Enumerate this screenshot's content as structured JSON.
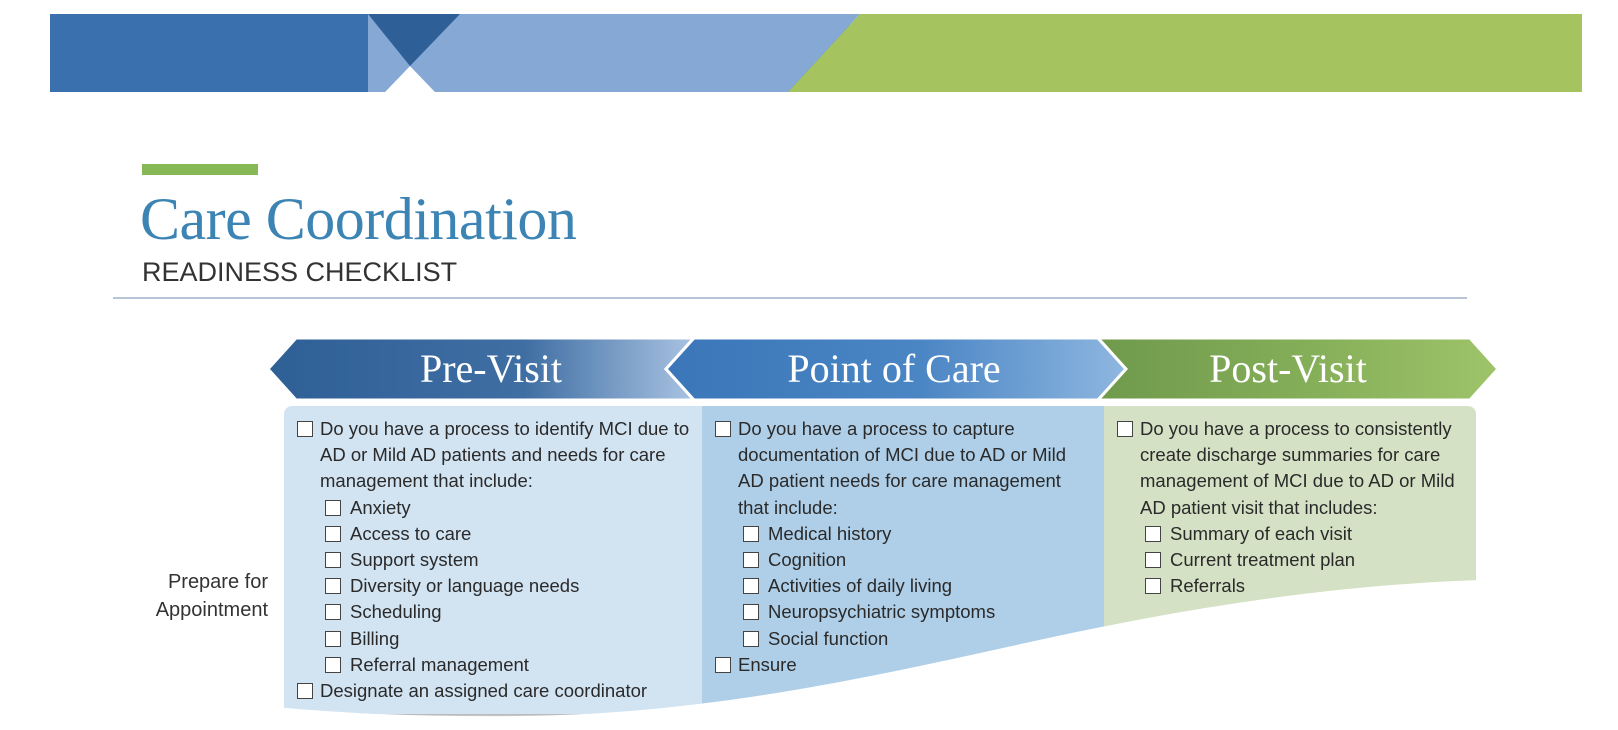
{
  "document": {
    "title": "Care Coordination",
    "subtitle": "READINESS CHECKLIST"
  },
  "colors": {
    "title": "#3b84b4",
    "accent_bar": "#86b956",
    "header_dark_blue": "#3a70ad",
    "header_light_blue": "#85a8d5",
    "header_green": "#a5c460",
    "previsit_banner": "#3f6ea3",
    "pointofcare_banner": "#4a85c4",
    "postvisit_banner": "#84ad58",
    "previsit_column": "#d2e3f2",
    "pointofcare_column": "#afcfe8",
    "postvisit_column": "#d4e1c4"
  },
  "row_label": "Prepare for Appointment",
  "phases": [
    {
      "label": "Pre-Visit",
      "items": [
        {
          "text": "Do you have a process to identify MCI due to AD or Mild AD patients and needs for care management that include:",
          "sub_items": [
            "Anxiety",
            "Access to care",
            "Support system",
            "Diversity or language needs",
            "Scheduling",
            "Billing",
            "Referral management"
          ]
        },
        {
          "text": "Designate an assigned care coordinator",
          "sub_items": []
        }
      ]
    },
    {
      "label": "Point of Care",
      "items": [
        {
          "text": "Do you have a process to capture documentation of MCI due to AD or Mild AD patient needs for care management that include:",
          "sub_items": [
            "Medical history",
            "Cognition",
            "Activities of daily living",
            "Neuropsychiatric symptoms",
            "Social function"
          ]
        },
        {
          "text": "Ensure",
          "sub_items": []
        }
      ]
    },
    {
      "label": "Post-Visit",
      "items": [
        {
          "text": "Do you have a process to consistently create discharge summaries for care management of  MCI due to AD or Mild AD patient visit that includes:",
          "sub_items": [
            "Summary of each visit",
            "Current treatment plan",
            "Referrals"
          ]
        }
      ]
    }
  ]
}
